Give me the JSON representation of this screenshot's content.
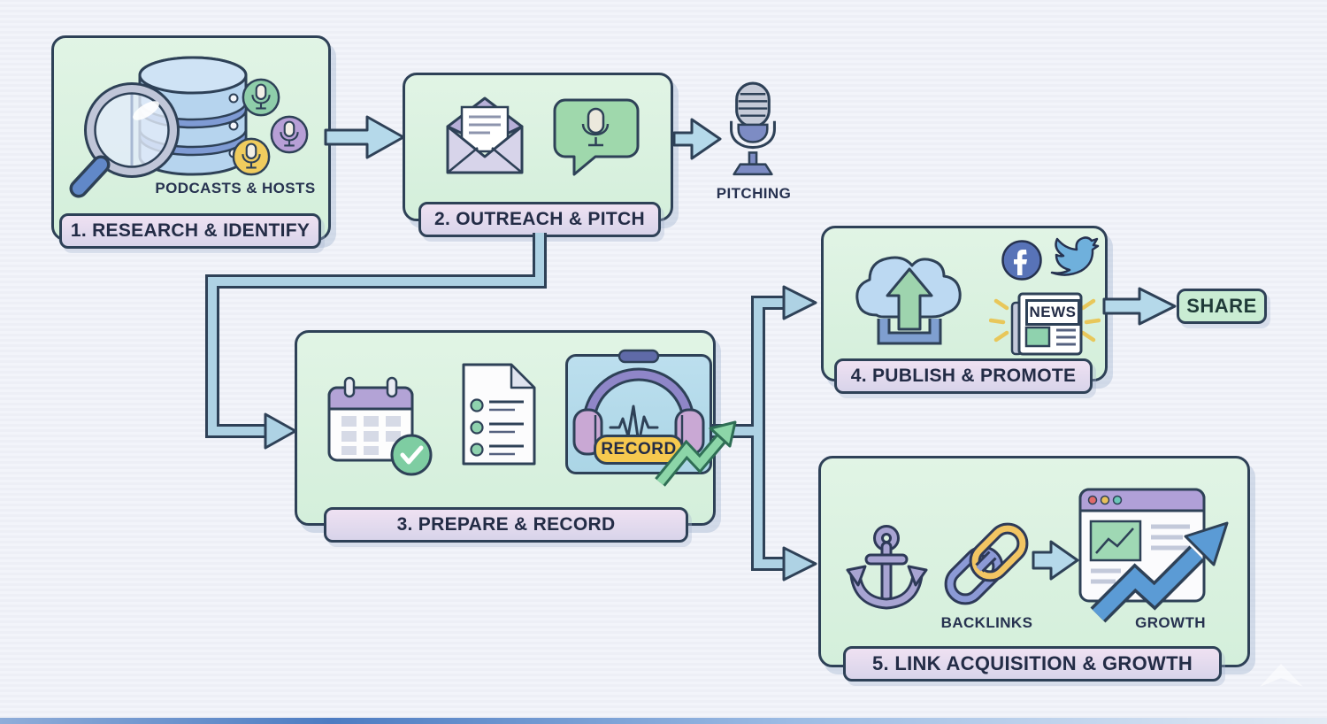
{
  "title": "Podcast outreach workflow diagram",
  "palette": {
    "page_bg": "#eef0f6",
    "box_fill": "#dcf2e0",
    "box_border": "#2e4157",
    "label_fill": "#e6d9ee",
    "label_text": "#232c46",
    "arrow_fill": "#b5d9ea",
    "accent_green": "#8cd6a8",
    "accent_yellow": "#f5c84f",
    "accent_blue": "#5b9bd5",
    "accent_purple": "#b3a3d6"
  },
  "steps": [
    {
      "label": "1. RESEARCH & IDENTIFY",
      "caption": "PODCASTS & HOSTS",
      "icons": [
        "magnifier-database-icon",
        "mic-badge-green-icon",
        "mic-badge-purple-icon",
        "mic-badge-yellow-icon"
      ]
    },
    {
      "label": "2. OUTREACH & PITCH",
      "icons": [
        "open-envelope-icon",
        "speech-bubble-mic-icon"
      ]
    },
    {
      "label": "3. PREPARE & RECORD",
      "record_button": "RECORD",
      "icons": [
        "calendar-check-icon",
        "checklist-document-icon",
        "headphones-waveform-icon",
        "growth-zigzag-arrow-icon"
      ]
    },
    {
      "label": "4. PUBLISH & PROMOTE",
      "news_masthead": "NEWS",
      "icons": [
        "cloud-upload-icon",
        "facebook-icon",
        "twitter-icon",
        "newspaper-icon"
      ]
    },
    {
      "label": "5. LINK ACQUISITION & GROWTH",
      "backlinks_caption": "BACKLINKS",
      "growth_caption": "GROWTH",
      "icons": [
        "anchor-icon",
        "chain-links-icon",
        "browser-growth-chart-icon"
      ]
    }
  ],
  "callouts": {
    "pitching": "PITCHING",
    "share": "SHARE"
  }
}
